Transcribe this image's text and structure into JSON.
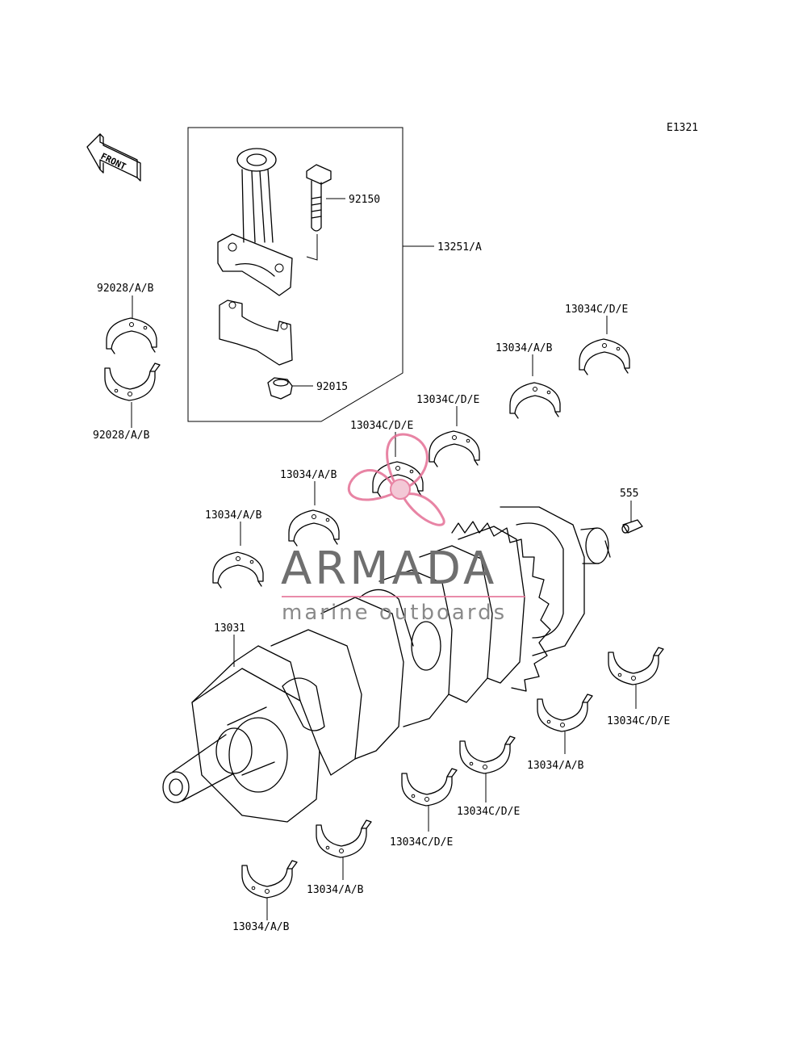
{
  "diagram_code": "E1321",
  "front_arrow": {
    "text": "FRONT",
    "icon": "front-direction-arrow-icon"
  },
  "watermark": {
    "brand": "ARMADA",
    "tagline": "marine outboards",
    "icon": "propeller-logo-icon",
    "accent_color": "#e46f95",
    "text_color": "#6f6f6f"
  },
  "labels": {
    "con_rod_assy": "13251/A",
    "con_rod_bolt": "92150",
    "con_rod_nut": "92015",
    "rod_bearing_upper": "92028/A/B",
    "rod_bearing_lower": "92028/A/B",
    "crankshaft": "13031",
    "pin": "555",
    "upper_b1": "13034/A/B",
    "upper_b2": "13034/A/B",
    "upper_b3": "13034C/D/E",
    "upper_b4": "13034C/D/E",
    "upper_b5": "13034/A/B",
    "upper_b6": "13034C/D/E",
    "lower_b1": "13034/A/B",
    "lower_b2": "13034/A/B",
    "lower_b3": "13034C/D/E",
    "lower_b4": "13034C/D/E",
    "lower_b5": "13034/A/B",
    "lower_b6": "13034C/D/E"
  }
}
